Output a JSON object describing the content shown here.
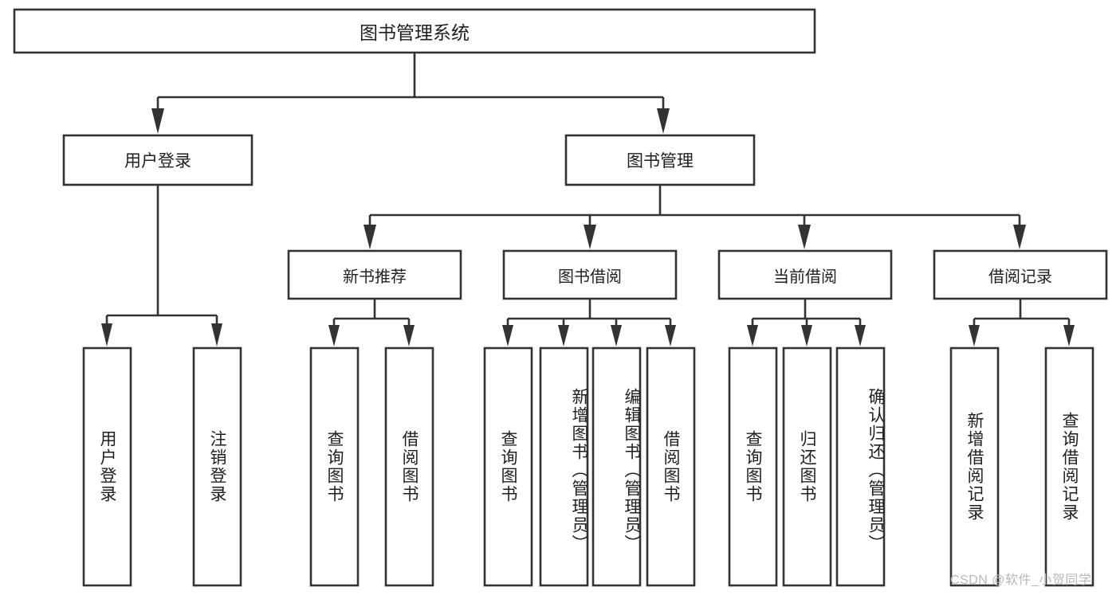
{
  "diagram": {
    "type": "tree-hierarchy",
    "title": "图书管理系统",
    "watermark": "CSDN @软件_小贺同学",
    "colors": {
      "background": "#ffffff",
      "stroke": "#333333",
      "text": "#1f1f1f",
      "watermark": "#b9b9b9"
    },
    "nodes": {
      "root": {
        "label": "图书管理系统",
        "level": 1,
        "orientation": "horizontal"
      },
      "user_login": {
        "label": "用户登录",
        "level": 2,
        "orientation": "horizontal"
      },
      "book_manage": {
        "label": "图书管理",
        "level": 2,
        "orientation": "horizontal"
      },
      "new_book_rec": {
        "label": "新书推荐",
        "level": 3,
        "orientation": "horizontal"
      },
      "book_borrow": {
        "label": "图书借阅",
        "level": 3,
        "orientation": "horizontal"
      },
      "current_borrow": {
        "label": "当前借阅",
        "level": 3,
        "orientation": "horizontal"
      },
      "borrow_record": {
        "label": "借阅记录",
        "level": 3,
        "orientation": "horizontal"
      },
      "leaf_user_login": {
        "label": "用户登录",
        "level": 4,
        "orientation": "vertical"
      },
      "leaf_logout": {
        "label": "注销登录",
        "level": 4,
        "orientation": "vertical"
      },
      "leaf_query_book_a": {
        "label": "查询图书",
        "level": 4,
        "orientation": "vertical"
      },
      "leaf_borrow_book_a": {
        "label": "借阅图书",
        "level": 4,
        "orientation": "vertical"
      },
      "leaf_query_book_b": {
        "label": "查询图书",
        "level": 4,
        "orientation": "vertical"
      },
      "leaf_add_book": {
        "label": "新增图书（管理员）",
        "level": 4,
        "orientation": "vertical"
      },
      "leaf_edit_book": {
        "label": "编辑图书（管理员）",
        "level": 4,
        "orientation": "vertical"
      },
      "leaf_borrow_book_b": {
        "label": "借阅图书",
        "level": 4,
        "orientation": "vertical"
      },
      "leaf_query_book_c": {
        "label": "查询图书",
        "level": 4,
        "orientation": "vertical"
      },
      "leaf_return_book": {
        "label": "归还图书",
        "level": 4,
        "orientation": "vertical"
      },
      "leaf_confirm_return": {
        "label": "确认归还（管理员）",
        "level": 4,
        "orientation": "vertical"
      },
      "leaf_add_record": {
        "label": "新增借阅记录",
        "level": 4,
        "orientation": "vertical"
      },
      "leaf_query_record": {
        "label": "查询借阅记录",
        "level": 4,
        "orientation": "vertical"
      }
    },
    "edges": [
      {
        "from": "root",
        "to": "user_login"
      },
      {
        "from": "root",
        "to": "book_manage"
      },
      {
        "from": "book_manage",
        "to": "new_book_rec"
      },
      {
        "from": "book_manage",
        "to": "book_borrow"
      },
      {
        "from": "book_manage",
        "to": "current_borrow"
      },
      {
        "from": "book_manage",
        "to": "borrow_record"
      },
      {
        "from": "user_login",
        "to": "leaf_user_login"
      },
      {
        "from": "user_login",
        "to": "leaf_logout"
      },
      {
        "from": "new_book_rec",
        "to": "leaf_query_book_a"
      },
      {
        "from": "new_book_rec",
        "to": "leaf_borrow_book_a"
      },
      {
        "from": "book_borrow",
        "to": "leaf_query_book_b"
      },
      {
        "from": "book_borrow",
        "to": "leaf_add_book"
      },
      {
        "from": "book_borrow",
        "to": "leaf_edit_book"
      },
      {
        "from": "book_borrow",
        "to": "leaf_borrow_book_b"
      },
      {
        "from": "current_borrow",
        "to": "leaf_query_book_c"
      },
      {
        "from": "current_borrow",
        "to": "leaf_return_book"
      },
      {
        "from": "current_borrow",
        "to": "leaf_confirm_return"
      },
      {
        "from": "borrow_record",
        "to": "leaf_add_record"
      },
      {
        "from": "borrow_record",
        "to": "leaf_query_record"
      }
    ]
  }
}
